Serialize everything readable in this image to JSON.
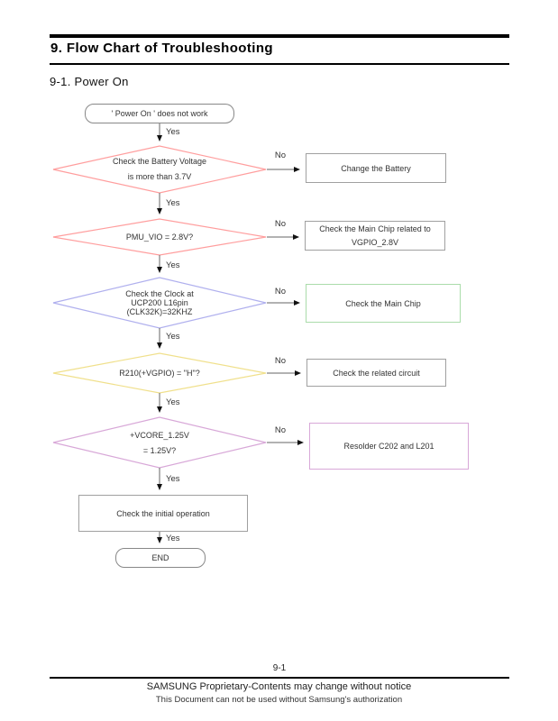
{
  "header": {
    "title": "9. Flow Chart of Troubleshooting",
    "section": "9-1. Power On"
  },
  "flow": {
    "labels": {
      "yes": "Yes",
      "no": "No"
    },
    "start": "' Power On ' does not work",
    "decisions": [
      {
        "lines": [
          "Check the Battery Voltage",
          "is more than 3.7V"
        ]
      },
      {
        "lines": [
          "PMU_VIO = 2.8V?"
        ]
      },
      {
        "lines": [
          "Check the Clock at",
          "UCP200 L16pin",
          "(CLK32K)=32KHZ"
        ]
      },
      {
        "lines": [
          "R210(+VGPIO) = \"H\"?"
        ]
      },
      {
        "lines": [
          "+VCORE_1.25V",
          "= 1.25V?"
        ]
      }
    ],
    "actions": [
      {
        "lines": [
          "Change the Battery"
        ]
      },
      {
        "lines": [
          "Check the Main Chip related to",
          "VGPIO_2.8V"
        ]
      },
      {
        "lines": [
          "Check the Main Chip"
        ]
      },
      {
        "lines": [
          "Check the related circuit"
        ]
      },
      {
        "lines": [
          "Resolder C202 and L201"
        ]
      }
    ],
    "process": "Check the initial operation",
    "end": "END"
  },
  "colors": {
    "diamond_red": "#ff9e9e",
    "diamond_blue": "#b0b0ee",
    "diamond_yellow": "#f0e08c",
    "diamond_violet": "#d8a8d8",
    "box_green_border": "#aadcaa",
    "box_violet_border": "#d8a8d8",
    "box_gray_border": "#a0a0a0",
    "connector": "#666666",
    "arrowhead": "#111111"
  },
  "footer": {
    "page_number": "9-1",
    "line1": "SAMSUNG Proprietary-Contents may change without notice",
    "line2": "This Document can not be used without Samsung's authorization"
  }
}
